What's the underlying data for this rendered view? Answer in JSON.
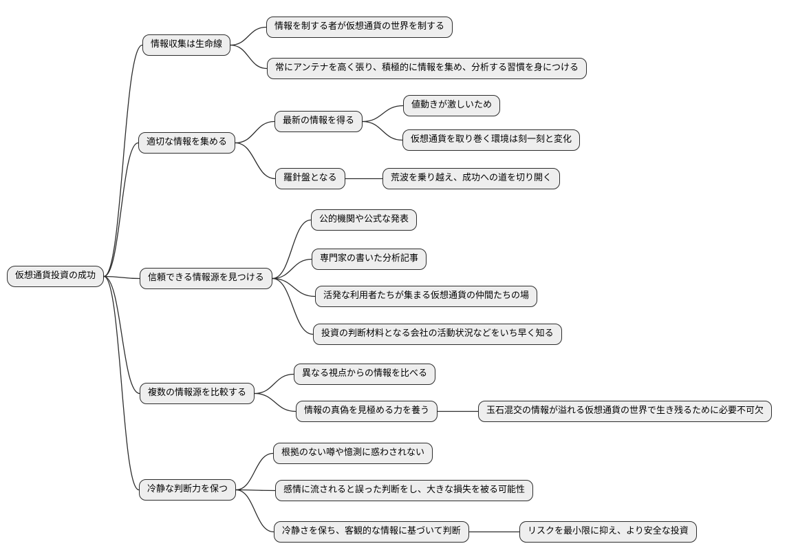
{
  "colors": {
    "node_fill": "#eeeeee",
    "node_border": "#2b2b2b",
    "edge": "#2b2b2b",
    "text": "#000000",
    "background": "#ffffff"
  },
  "mindmap": {
    "root": "仮想通貨投資の成功",
    "branches": [
      {
        "label": "情報収集は生命線",
        "children": [
          {
            "label": "情報を制する者が仮想通貨の世界を制する"
          },
          {
            "label": "常にアンテナを高く張り、積極的に情報を集め、分析する習慣を身につける"
          }
        ]
      },
      {
        "label": "適切な情報を集める",
        "children": [
          {
            "label": "最新の情報を得る",
            "children": [
              {
                "label": "値動きが激しいため"
              },
              {
                "label": "仮想通貨を取り巻く環境は刻一刻と変化"
              }
            ]
          },
          {
            "label": "羅針盤となる",
            "children": [
              {
                "label": "荒波を乗り越え、成功への道を切り開く"
              }
            ]
          }
        ]
      },
      {
        "label": "信頼できる情報源を見つける",
        "children": [
          {
            "label": "公的機関や公式な発表"
          },
          {
            "label": "専門家の書いた分析記事"
          },
          {
            "label": "活発な利用者たちが集まる仮想通貨の仲間たちの場"
          },
          {
            "label": "投資の判断材料となる会社の活動状況などをいち早く知る"
          }
        ]
      },
      {
        "label": "複数の情報源を比較する",
        "children": [
          {
            "label": "異なる視点からの情報を比べる"
          },
          {
            "label": "情報の真偽を見極める力を養う",
            "children": [
              {
                "label": "玉石混交の情報が溢れる仮想通貨の世界で生き残るために必要不可欠"
              }
            ]
          }
        ]
      },
      {
        "label": "冷静な判断力を保つ",
        "children": [
          {
            "label": "根拠のない噂や憶測に惑わされない"
          },
          {
            "label": "感情に流されると誤った判断をし、大きな損失を被る可能性"
          },
          {
            "label": "冷静さを保ち、客観的な情報に基づいて判断",
            "children": [
              {
                "label": "リスクを最小限に抑え、より安全な投資"
              }
            ]
          }
        ]
      }
    ]
  }
}
